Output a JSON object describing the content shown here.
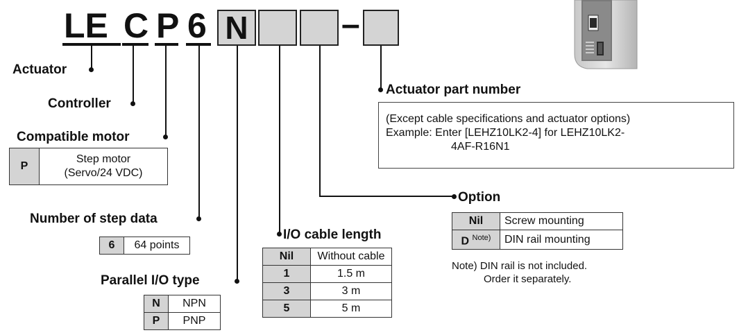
{
  "code": {
    "letters": [
      "LE",
      "C",
      "P",
      "6",
      "N"
    ],
    "dash": "–"
  },
  "fields": {
    "actuator": {
      "label": "Actuator"
    },
    "controller": {
      "label": "Controller"
    },
    "motor": {
      "label": "Compatible motor",
      "key": "P",
      "value_line1": "Step motor",
      "value_line2": "(Servo/24 VDC)"
    },
    "step_data": {
      "label": "Number of step data",
      "rows": [
        {
          "key": "6",
          "value": "64 points"
        }
      ]
    },
    "io_type": {
      "label": "Parallel I/O type",
      "rows": [
        {
          "key": "N",
          "value": "NPN"
        },
        {
          "key": "P",
          "value": "PNP"
        }
      ]
    },
    "cable": {
      "label": "I/O cable length",
      "rows": [
        {
          "key": "Nil",
          "value": "Without cable"
        },
        {
          "key": "1",
          "value": "1.5 m"
        },
        {
          "key": "3",
          "value": "3 m"
        },
        {
          "key": "5",
          "value": "5 m"
        }
      ]
    },
    "option": {
      "label": "Option",
      "rows": [
        {
          "key": "Nil",
          "note": "",
          "value": "Screw mounting"
        },
        {
          "key": "D",
          "note": "Note)",
          "value": "DIN rail mounting"
        }
      ],
      "note_line1": "Note) DIN rail is not included.",
      "note_line2": "Order it separately."
    },
    "part_number": {
      "label": "Actuator part number",
      "line1": "(Except cable specifications and actuator options)",
      "line2": "Example: Enter [LEHZ10LK2-4] for LEHZ10LK2-",
      "line3": "4AF-R16N1"
    }
  },
  "colors": {
    "box_fill": "#d4d4d4",
    "line": "#111111"
  }
}
